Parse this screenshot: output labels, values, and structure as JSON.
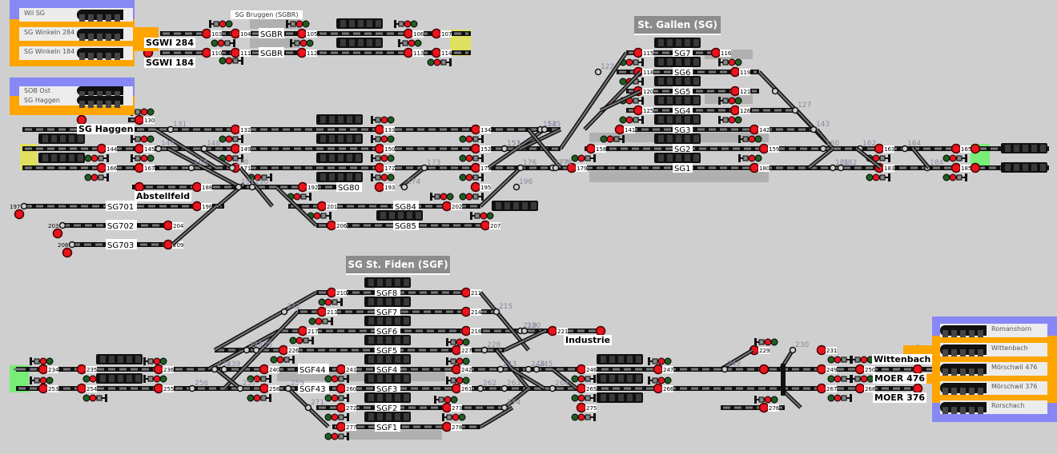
{
  "colors": {
    "background": "#cfcfcf",
    "track": "#111111",
    "track_segment": "#777777",
    "signal_red": "#e8141e",
    "signal_green": "#1f5e23",
    "panel_blue": "#8787f5",
    "panel_orange": "#ffa500",
    "entry_yellow": "#e0e060",
    "entry_green": "#77ee77",
    "platform_grey": "#b0b0b0"
  },
  "panels": {
    "wil": {
      "rows": [
        "Wil SG",
        "SG Winkeln 284",
        "SG Winkeln 184"
      ]
    },
    "sob": {
      "rows": [
        "SOB Ost",
        "SG Haggen"
      ]
    },
    "east": {
      "rows": [
        "Romanshorn",
        "Wittenbach",
        "Mörschwil 476",
        "Mörschwil 376",
        "Rorschach"
      ]
    }
  },
  "stations": {
    "st_gallen": "St. Gallen (SG)",
    "st_fiden": "SG St. Fiden (SGF)",
    "bruggen": "SG Bruggen (SGBR)"
  },
  "place_labels": {
    "sgwi284": "SGWI 284",
    "sgwi184": "SGWI 184",
    "haggen": "SG Haggen",
    "abstellfeld": "Abstellfeld",
    "industrie": "Industrie",
    "wittenbach": "Wittenbach",
    "moer476": "MOER 476",
    "moer376": "MOER 376"
  },
  "tracks": [
    {
      "name": "SGBR",
      "id": "sgbr1"
    },
    {
      "name": "SGBR",
      "id": "sgbr2"
    },
    {
      "name": "SG7"
    },
    {
      "name": "SG6"
    },
    {
      "name": "SG5"
    },
    {
      "name": "SG4"
    },
    {
      "name": "SG3"
    },
    {
      "name": "SG2"
    },
    {
      "name": "SG1"
    },
    {
      "name": "SG80"
    },
    {
      "name": "SG84"
    },
    {
      "name": "SG85"
    },
    {
      "name": "SG701"
    },
    {
      "name": "SG702"
    },
    {
      "name": "SG703"
    },
    {
      "name": "SGF8"
    },
    {
      "name": "SGF7"
    },
    {
      "name": "SGF6"
    },
    {
      "name": "SGF5"
    },
    {
      "name": "SGF4"
    },
    {
      "name": "SGF3"
    },
    {
      "name": "SGF2"
    },
    {
      "name": "SGF1"
    },
    {
      "name": "SGF44"
    },
    {
      "name": "SGF43"
    }
  ],
  "signals": [
    "103",
    "104",
    "105",
    "106",
    "107",
    "110",
    "111",
    "112",
    "113",
    "114",
    "115",
    "116",
    "118",
    "119",
    "120",
    "121",
    "125",
    "126",
    "130",
    "132",
    "133",
    "134",
    "141",
    "142",
    "144",
    "145",
    "149",
    "150",
    "152",
    "158",
    "159",
    "163",
    "165",
    "166",
    "167",
    "171",
    "172",
    "175",
    "179",
    "180",
    "183",
    "185",
    "188",
    "192",
    "193",
    "195",
    "197",
    "198",
    "201",
    "202",
    "203",
    "204",
    "206",
    "207",
    "208",
    "209",
    "210",
    "211",
    "213",
    "214",
    "217",
    "218",
    "221",
    "226",
    "227",
    "229",
    "231",
    "234",
    "235",
    "236",
    "240",
    "241",
    "242",
    "246",
    "247",
    "249",
    "250",
    "253",
    "254",
    "255",
    "258",
    "260",
    "261",
    "265",
    "266",
    "267",
    "268",
    "272",
    "273",
    "275",
    "276",
    "277",
    "278"
  ],
  "switches": [
    "123",
    "124",
    "131",
    "135",
    "136",
    "137",
    "138",
    "139",
    "140",
    "146",
    "147",
    "148",
    "151",
    "153",
    "154",
    "157",
    "160",
    "161",
    "162",
    "164",
    "168",
    "169",
    "170",
    "173",
    "174",
    "176",
    "177",
    "178",
    "181",
    "182",
    "184",
    "190",
    "191",
    "194",
    "196",
    "199",
    "200",
    "205",
    "212",
    "215",
    "216",
    "219",
    "220",
    "222",
    "223",
    "224",
    "225",
    "228",
    "230",
    "232",
    "233",
    "237",
    "238",
    "239",
    "243",
    "244",
    "245",
    "248",
    "251",
    "252",
    "256",
    "257",
    "259",
    "262",
    "263",
    "264",
    "269",
    "270",
    "271",
    "274"
  ]
}
